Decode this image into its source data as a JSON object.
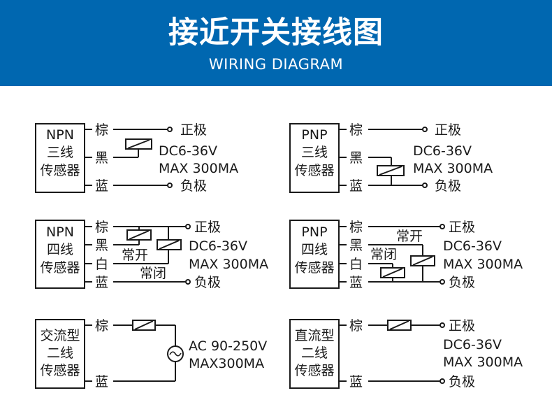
{
  "header": {
    "title": "接近开关接线图",
    "subtitle": "WIRING DIAGRAM",
    "background_color": "#0067b0"
  },
  "wire_labels": {
    "brown": "棕",
    "black": "黑",
    "white": "白",
    "blue": "蓝"
  },
  "terminals": {
    "positive": "正极",
    "negative": "负极"
  },
  "load_states": {
    "normally_open": "常开",
    "normally_closed": "常闭"
  },
  "diagrams": [
    {
      "id": "npn-3wire",
      "box_lines": [
        "NPN",
        "三线",
        "传感器"
      ],
      "spec_lines": [
        "DC6-36V",
        "MAX 300MA"
      ]
    },
    {
      "id": "pnp-3wire",
      "box_lines": [
        "PNP",
        "三线",
        "传感器"
      ],
      "spec_lines": [
        "DC6-36V",
        "MAX 300MA"
      ]
    },
    {
      "id": "npn-4wire",
      "box_lines": [
        "NPN",
        "四线",
        "传感器"
      ],
      "spec_lines": [
        "DC6-36V",
        "MAX 300MA"
      ]
    },
    {
      "id": "pnp-4wire",
      "box_lines": [
        "PNP",
        "四线",
        "传感器"
      ],
      "spec_lines": [
        "DC6-36V",
        "MAX 300MA"
      ]
    },
    {
      "id": "ac-2wire",
      "box_lines": [
        "交流型",
        "二线",
        "传感器"
      ],
      "spec_lines": [
        "AC 90-250V",
        "MAX300MA"
      ]
    },
    {
      "id": "dc-2wire",
      "box_lines": [
        "直流型",
        "二线",
        "传感器"
      ],
      "spec_lines": [
        "DC6-36V",
        "MAX 300MA"
      ]
    }
  ]
}
